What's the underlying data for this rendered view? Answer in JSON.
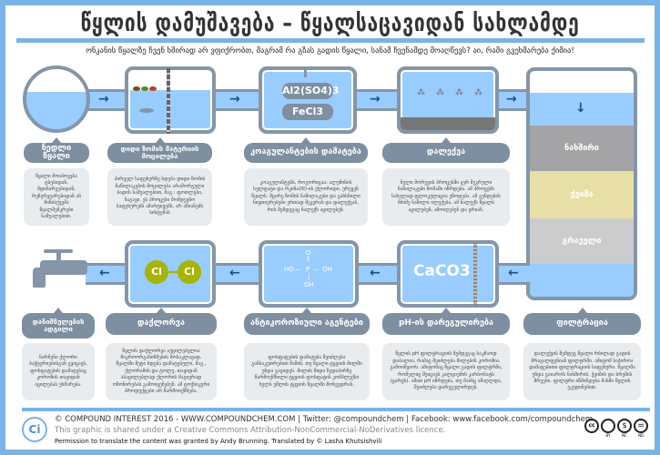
{
  "header": {
    "title": "წყლის დამუშავება – წყალსაცავიდან სახლამდე",
    "subtitle": "ონკანის წყალზე ჩვენ ხშირად არ ვფიქრობთ, მაგრამ რა გზას გადის წყალი, სანამ ჩვენამდე მოაღწევს? აი, რაში გვეხმარება ქიმია!"
  },
  "diagram": {
    "coagulants": [
      "Al2(SO4)3",
      "FeCl3"
    ],
    "filter_layers": [
      "ნახშირი",
      "ქვიშა",
      "გრაველი"
    ],
    "chlorine_atom": "Cl",
    "phosphoric": {
      "o": "O",
      "p": "P",
      "ho": "HO",
      "oh": "OH"
    },
    "caco3": "CaCO3"
  },
  "steps_top": [
    {
      "title": "ნედლი წყალი",
      "text": "წყალი მოიპოვება ტბებიდან, მდინარეებიდან, რეზერვუარებიდან ან მიწისქვეშა წყალშემკრები საშუალებით."
    },
    {
      "title": "დიდი ზომის მატერიის მოცილება",
      "text": "პირველ საფეხურზე ხდება დიდი ზომის ნაწილაკების მოცილება არამორგული ბადის საშუალებით, მაგ.: ფოთლები, ნაგავი. ეს პროცესი მომდევნო საფეხურებს ამარტივებს, არ აზიანებს სისტემას"
    },
    {
      "title": "კოაგულანტების დამატება",
      "text": "კოაგულანტებს, როგორიცაა: ალუმინის სულფატი და რკინა(III)-ის ქლორიდი, ურევენ წყალს. მცირე ზომის ნაწილაკები და გახსნილი ნივთიერებები ერთად შეკვრას და დალექვას, რის შემდეგაც ნალექს აცილებენ."
    },
    {
      "title": "დალექვა",
      "text": "ნელი მორევის პროცესში ჯერ შეკრული ნაწილაკები ზომაში იზრდება. ამ პროცესს სახელად ფლოკულაცია ეწოდება. ამ გუნდების მძიმე ნაწილი ილექება. ამ ნალექს წყალს აცილებენ, ამოიღებენ და ყრიან."
    }
  ],
  "steps_bottom": [
    {
      "title": "დანიშნულების ადგილი",
      "text": "ნარჩენი ქლორი ბაქტერიებისგან გვიცავს, ფოსფატების დამატებაც კოროზის თავიდან აცილებას ეხმარება."
    },
    {
      "title": "დაქლორვა",
      "text": "წყლის დაქლორვა აუცილებელია მიკროორგანიზმების მოსაკლავად. წყალში მეტი ხდება დამატებული, მაგ., ქლორამის და ტოლუ, თავიდან ასაცილებლად ქლორის მაგივრად ოზონირებას გამოიყენებენ. ამ ტოქსიკური პროდუქტები არ წარმოიქმნება."
    },
    {
      "title": "ანტიკოროზიული აგენტები",
      "text": "ფოსფატების დამატება შეიძლება განსაკუთრებით მაშინ, თუ წყალი ტყვიის მილში უნდა გავიდეს. მილის შიდა ზედაპირზე წარმოქმნილი ტყვიის ფოსფატის კომპლექსი ხელს უშლის ტყვიის წყალში მოხვედრას."
    },
    {
      "title": "pH-ის დარეგულირება",
      "text": "წყლის pH ფილტრაციის შემდეგაც საკმაოდ დაბალია, რამაც შეიძლება მილების კოროზია გამოიწვიოს. ამიტომაც წყალი გადის ფილტრში, რომელიც შეიცავს კალციუმის კარბონატს (ცარცს). ამით pH იზრდება, თუ მაინც ამაღლდა, შეიძლება დარეგულირდეს."
    },
    {
      "title": "ფილტრაცია",
      "text": "დალექვის შემდეგ წყალი რბილად გადის მრავალფენიან ფილტრში. ამიტომ საჭიროა დამატებითი ფილტრაციის საფეხური. წყალმა უნდა გაიაროს ნახშირის, ქვიშის და ხრეშის შრეები. ფილტრი იწმინდება მასში წყლის უკუდინებით."
    }
  ],
  "footer": {
    "line1": "© COMPOUND INTEREST 2016 - WWW.COMPOUNDCHEM.COM | Twitter: @compoundchem | Facebook: www.facebook.com/compoundchem",
    "line2": "This graphic is shared under a Creative Commons Attribution-NonCommercial-NoDerivatives licence.",
    "line3": "Permission to translate the content was granted by Andy Brunning. Translated by © Lasha Khutsishvili",
    "logo": "Ci",
    "cc_labels": [
      "cc",
      "BY",
      "NC",
      "ND"
    ]
  }
}
